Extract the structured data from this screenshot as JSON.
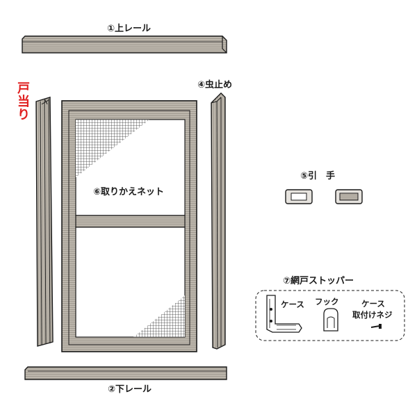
{
  "labels": {
    "top_rail": "①上レール",
    "bottom_rail": "②下レール",
    "door_stop": "戸当り",
    "insect_guard": "④虫止め",
    "pull_handle": "⑤引　手",
    "replacement_net": "⑥取りかえネット",
    "stopper": "⑦網戸ストッパー",
    "case": "ケース",
    "hook": "フック",
    "case_screw_line1": "ケース",
    "case_screw_line2": "取付けネジ"
  },
  "colors": {
    "ink": "#1a1a1a",
    "red_label": "#e02020",
    "rail_fill": "#b8b2a8"
  }
}
